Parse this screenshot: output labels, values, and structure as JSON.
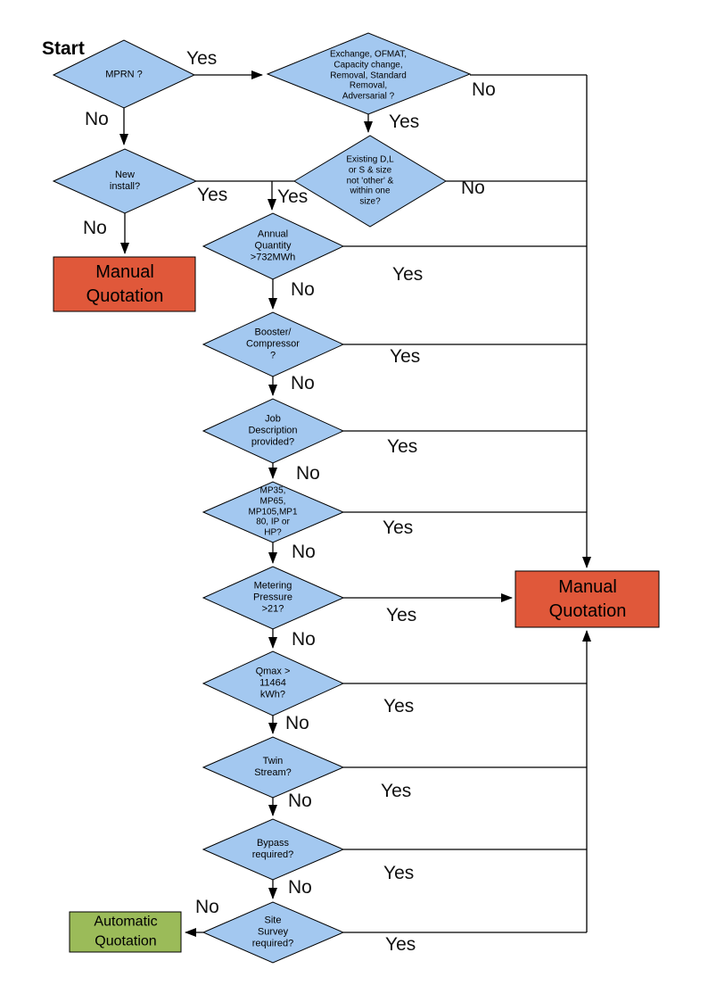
{
  "flowchart": {
    "start_label": "Start",
    "decisions": {
      "mprn": "MPRN ?",
      "exchange": "Exchange, OFMAT,\nCapacity change,\nRemoval, Standard\nRemoval,\nAdversarial ?",
      "new_install": "New\ninstall?",
      "existing": "Existing D,L\nor S & size\nnot 'other' &\nwithin one\nsize?",
      "annual_quantity": "Annual\nQuantity\n>732MWh",
      "booster": "Booster/\nCompressor\n?",
      "job_description": "Job\nDescription\nprovided?",
      "pressure_tier": "MP35,\nMP65,\nMP105,MP1\n80, IP or\nHP?",
      "metering_pressure": "Metering\nPressure\n>21?",
      "qmax": "Qmax >\n11464\nkWh?",
      "twin_stream": "Twin\nStream?",
      "bypass": "Bypass\nrequired?",
      "site_survey": "Site\nSurvey\nrequired?"
    },
    "terminals": {
      "manual_left": "Manual\nQuotation",
      "manual_right": "Manual\nQuotation",
      "automatic": "Automatic\nQuotation"
    },
    "edge_labels": {
      "mprn_yes": "Yes",
      "mprn_no": "No",
      "exchange_no": "No",
      "exchange_yes": "Yes",
      "new_install_yes": "Yes",
      "new_install_no": "No",
      "existing_yes": "Yes",
      "existing_no": "No",
      "annual_yes": "Yes",
      "annual_no": "No",
      "booster_yes": "Yes",
      "booster_no": "No",
      "job_yes": "Yes",
      "job_no": "No",
      "mp_yes": "Yes",
      "mp_no": "No",
      "metering_yes": "Yes",
      "metering_no": "No",
      "qmax_yes": "Yes",
      "qmax_no": "No",
      "twin_yes": "Yes",
      "twin_no": "No",
      "bypass_yes": "Yes",
      "bypass_no": "No",
      "site_survey_no": "No",
      "site_survey_yes": "Yes"
    },
    "colors": {
      "decision_fill": "#A3C8F0",
      "manual_fill": "#E0583A",
      "automatic_fill": "#9BBB59",
      "line": "#000000"
    }
  }
}
